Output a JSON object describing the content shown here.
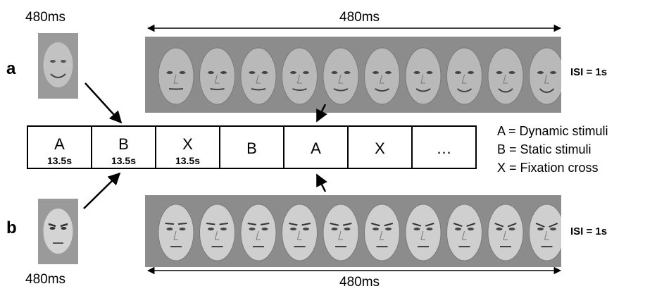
{
  "panel_a": {
    "letter": "a",
    "single_face_duration": "480ms",
    "sequence_duration": "480ms",
    "isi": "ISI = 1s",
    "frame_count": 10,
    "face_tone": "#b9b9b9"
  },
  "panel_b": {
    "letter": "b",
    "single_face_duration": "480ms",
    "sequence_duration": "480ms",
    "isi": "ISI = 1s",
    "frame_count": 10,
    "face_tone": "#cfcfcf"
  },
  "blocks": [
    {
      "label": "A",
      "duration": "13.5s"
    },
    {
      "label": "B",
      "duration": "13.5s"
    },
    {
      "label": "X",
      "duration": "13.5s"
    },
    {
      "label": "B",
      "duration": ""
    },
    {
      "label": "A",
      "duration": ""
    },
    {
      "label": "X",
      "duration": ""
    },
    {
      "label": "…",
      "duration": ""
    }
  ],
  "legend": [
    "A = Dynamic stimuli",
    "B = Static stimuli",
    "X = Fixation cross"
  ],
  "colors": {
    "strip_background": "#8c8c8c",
    "single_face_background": "#9a9a9a"
  }
}
